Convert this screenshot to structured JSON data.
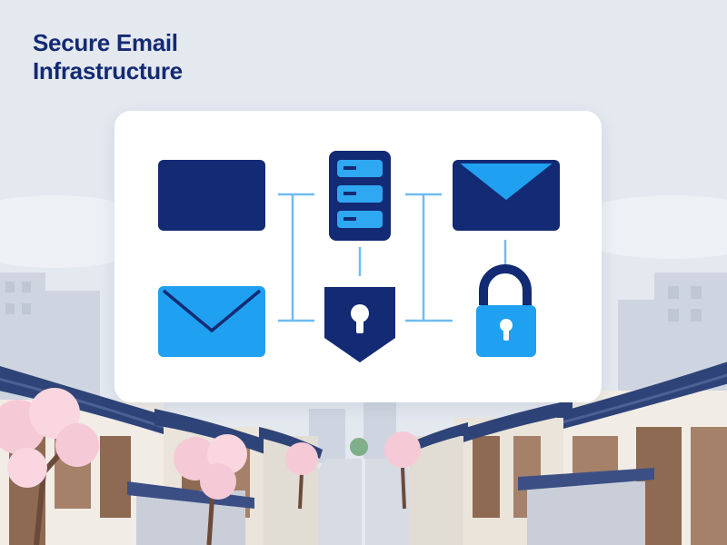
{
  "title": {
    "line1": "Secure Email",
    "line2": "Infrastructure"
  },
  "colors": {
    "navy": "#132a74",
    "blue": "#1fa0f0",
    "light_blue": "#59c3f5",
    "connector": "#6fbdf0",
    "card": "#ffffff",
    "sky": "#e4e8ef",
    "roof": "#2e4478",
    "blossom": "#f6c9d6",
    "wood": "#8e6a52"
  },
  "diagram": {
    "nodes": [
      {
        "id": "mail-block",
        "icon": "envelope-closed-icon",
        "color": "navy"
      },
      {
        "id": "server",
        "icon": "server-rack-icon",
        "color": "navy"
      },
      {
        "id": "mail-open",
        "icon": "envelope-open-icon",
        "color": "navy"
      },
      {
        "id": "mail-light",
        "icon": "envelope-icon",
        "color": "blue"
      },
      {
        "id": "shield",
        "icon": "shield-keyhole-icon",
        "color": "navy"
      },
      {
        "id": "padlock",
        "icon": "padlock-icon",
        "color": "blue"
      }
    ],
    "links": [
      [
        "mail-block",
        "mail-light"
      ],
      [
        "server",
        "shield"
      ],
      [
        "mail-open",
        "padlock"
      ],
      [
        "mail-light",
        "shield"
      ],
      [
        "shield",
        "padlock"
      ]
    ]
  },
  "background": {
    "scene": "korean-hanok-street-icon",
    "trees": "cherry-blossom-icon"
  }
}
